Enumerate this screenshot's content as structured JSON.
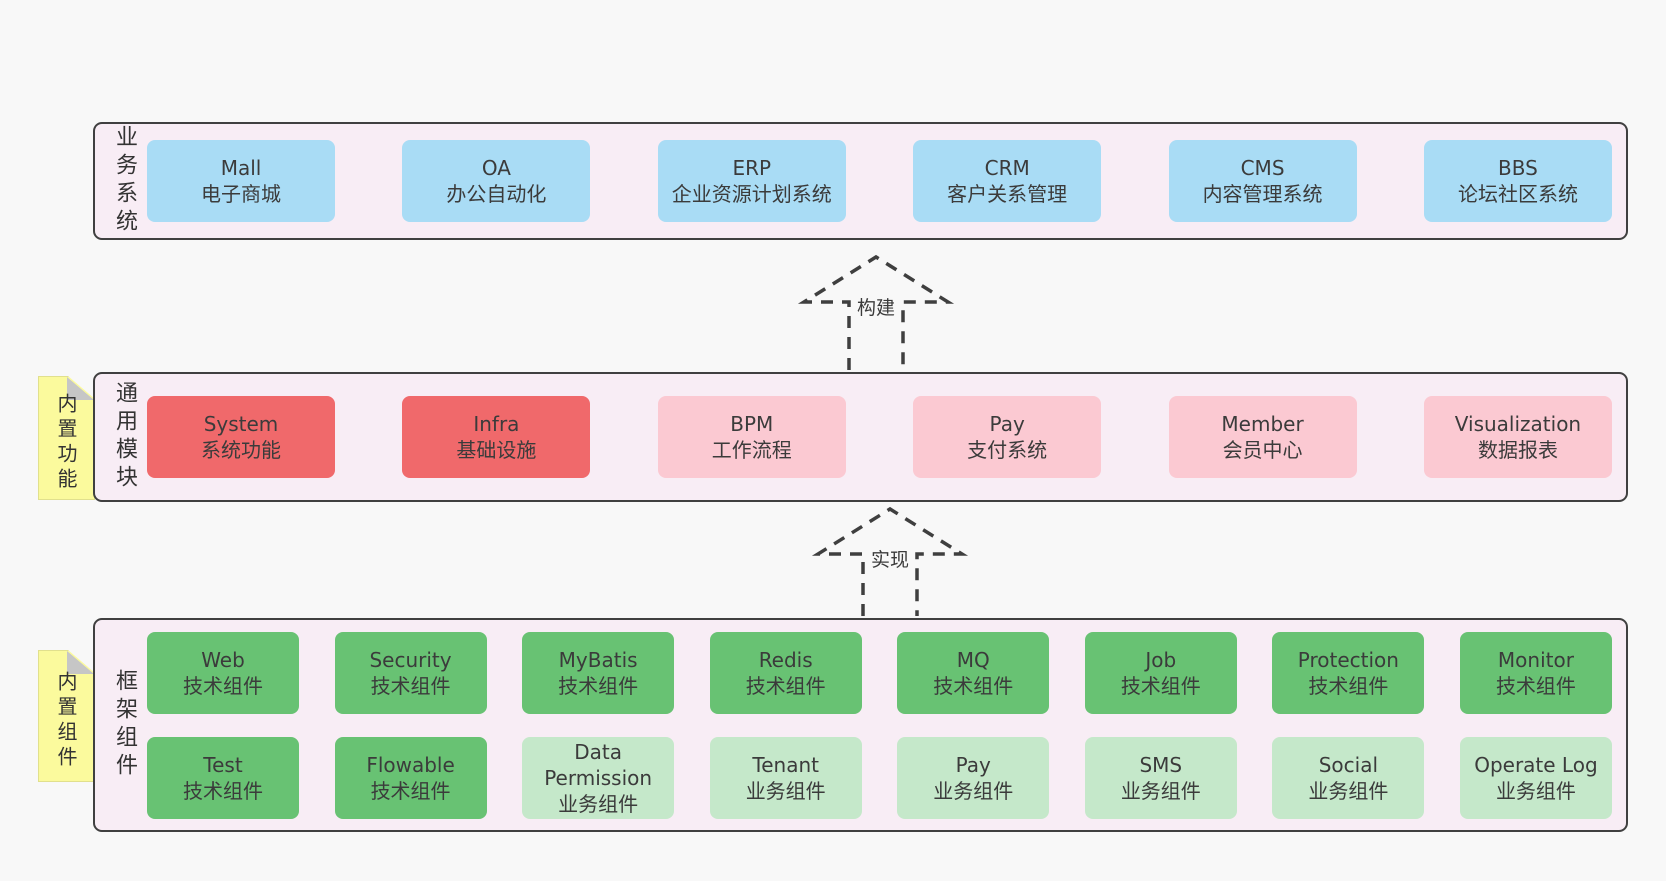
{
  "colors": {
    "page_bg": "#f8f8f8",
    "container_bg": "#f8edf5",
    "container_border": "#404040",
    "business_box": "#a9dcf5",
    "core_module_box": "#f0696b",
    "optional_module_box": "#fbc9d2",
    "tech_component_box": "#68c273",
    "biz_component_box": "#c5e8ca",
    "sticky_note": "#fbfa9d",
    "note_fold": "#c6c6c6",
    "text": "#3b3b3b"
  },
  "arrows": [
    {
      "label": "构建"
    },
    {
      "label": "实现"
    }
  ],
  "business": {
    "label": "业务系统",
    "boxes": [
      {
        "title": "Mall",
        "subtitle": "电子商城",
        "variant": "blue"
      },
      {
        "title": "OA",
        "subtitle": "办公自动化",
        "variant": "blue"
      },
      {
        "title": "ERP",
        "subtitle": "企业资源计划系统",
        "variant": "blue"
      },
      {
        "title": "CRM",
        "subtitle": "客户关系管理",
        "variant": "blue"
      },
      {
        "title": "CMS",
        "subtitle": "内容管理系统",
        "variant": "blue"
      },
      {
        "title": "BBS",
        "subtitle": "论坛社区系统",
        "variant": "blue"
      }
    ]
  },
  "modules": {
    "label": "通用模块",
    "note": "内置功能",
    "boxes": [
      {
        "title": "System",
        "subtitle": "系统功能",
        "variant": "red"
      },
      {
        "title": "Infra",
        "subtitle": "基础设施",
        "variant": "red"
      },
      {
        "title": "BPM",
        "subtitle": "工作流程",
        "variant": "pink"
      },
      {
        "title": "Pay",
        "subtitle": "支付系统",
        "variant": "pink"
      },
      {
        "title": "Member",
        "subtitle": "会员中心",
        "variant": "pink"
      },
      {
        "title": "Visualization",
        "subtitle": "数据报表",
        "variant": "pink"
      }
    ]
  },
  "components": {
    "label": "框架组件",
    "note": "内置组件",
    "row1": [
      {
        "title": "Web",
        "subtitle": "技术组件",
        "variant": "green"
      },
      {
        "title": "Security",
        "subtitle": "技术组件",
        "variant": "green"
      },
      {
        "title": "MyBatis",
        "subtitle": "技术组件",
        "variant": "green"
      },
      {
        "title": "Redis",
        "subtitle": "技术组件",
        "variant": "green"
      },
      {
        "title": "MQ",
        "subtitle": "技术组件",
        "variant": "green"
      },
      {
        "title": "Job",
        "subtitle": "技术组件",
        "variant": "green"
      },
      {
        "title": "Protection",
        "subtitle": "技术组件",
        "variant": "green"
      },
      {
        "title": "Monitor",
        "subtitle": "技术组件",
        "variant": "green"
      }
    ],
    "row2": [
      {
        "title": "Test",
        "subtitle": "技术组件",
        "variant": "green"
      },
      {
        "title": "Flowable",
        "subtitle": "技术组件",
        "variant": "green"
      },
      {
        "title": "Data Permission",
        "subtitle": "业务组件",
        "variant": "lightgreen"
      },
      {
        "title": "Tenant",
        "subtitle": "业务组件",
        "variant": "lightgreen"
      },
      {
        "title": "Pay",
        "subtitle": "业务组件",
        "variant": "lightgreen"
      },
      {
        "title": "SMS",
        "subtitle": "业务组件",
        "variant": "lightgreen"
      },
      {
        "title": "Social",
        "subtitle": "业务组件",
        "variant": "lightgreen"
      },
      {
        "title": "Operate Log",
        "subtitle": "业务组件",
        "variant": "lightgreen"
      }
    ]
  }
}
